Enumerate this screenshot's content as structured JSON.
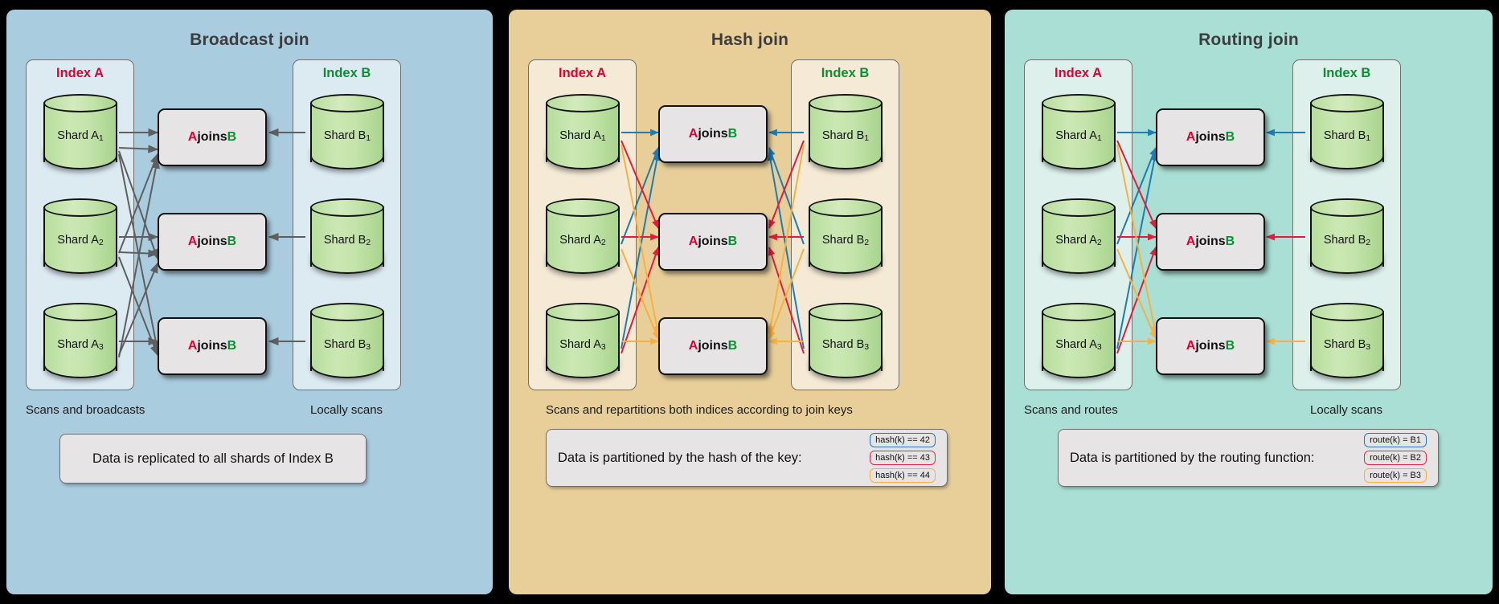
{
  "panels": [
    {
      "id": "broadcast",
      "title": "Broadcast join",
      "bg": "#aaccdf",
      "index_bg": "#dceaf2",
      "index_a_label": "Index A",
      "index_b_label": "Index B",
      "shards_a": [
        "Shard A",
        "Shard A",
        "Shard A"
      ],
      "shards_a_sub": [
        "1",
        "2",
        "3"
      ],
      "shards_b": [
        "Shard B",
        "Shard B",
        "Shard B"
      ],
      "shards_b_sub": [
        "1",
        "2",
        "3"
      ],
      "join_a": "A",
      "join_mid": " joins ",
      "join_b": "B",
      "left_note": "Scans and broadcasts",
      "right_note": "Locally scans",
      "legend_text": "Data is replicated to all shards of Index B",
      "chips": []
    },
    {
      "id": "hash",
      "title": "Hash join",
      "bg": "#e8cf9a",
      "index_bg": "#f4ead6",
      "index_a_label": "Index A",
      "index_b_label": "Index B",
      "shards_a": [
        "Shard A",
        "Shard A",
        "Shard A"
      ],
      "shards_a_sub": [
        "1",
        "2",
        "3"
      ],
      "shards_b": [
        "Shard B",
        "Shard B",
        "Shard B"
      ],
      "shards_b_sub": [
        "1",
        "2",
        "3"
      ],
      "join_a": "A",
      "join_mid": " joins ",
      "join_b": "B",
      "left_note": "Scans and repartitions both indices according to join keys",
      "right_note": "",
      "legend_text": "Data is partitioned by the hash of the key:",
      "chips": [
        "hash(k) == 42",
        "hash(k) == 43",
        "hash(k) == 44"
      ]
    },
    {
      "id": "routing",
      "title": "Routing join",
      "bg": "#a9dfd4",
      "index_bg": "#ddf0ec",
      "index_a_label": "Index A",
      "index_b_label": "Index B",
      "shards_a": [
        "Shard A",
        "Shard A",
        "Shard A"
      ],
      "shards_a_sub": [
        "1",
        "2",
        "3"
      ],
      "shards_b": [
        "Shard B",
        "Shard B",
        "Shard B"
      ],
      "shards_b_sub": [
        "1",
        "2",
        "3"
      ],
      "join_a": "A",
      "join_mid": " joins ",
      "join_b": "B",
      "left_note": "Scans and routes",
      "right_note": "Locally scans",
      "legend_text": "Data is partitioned by the routing function:",
      "chips": [
        "route(k) = B1",
        "route(k) = B2",
        "route(k) = B3"
      ]
    }
  ],
  "colors": {
    "index_a": "#e00034",
    "index_b": "#0a9030",
    "edge_gray": "#5f5f5f",
    "edge_blue": "#1c7cb4",
    "edge_red": "#e41b3c",
    "edge_orange": "#f7b13f",
    "shard_fill": "#c3e4aa",
    "join_fill": "#e6e4e4",
    "title_color": "#3d3d3d"
  }
}
